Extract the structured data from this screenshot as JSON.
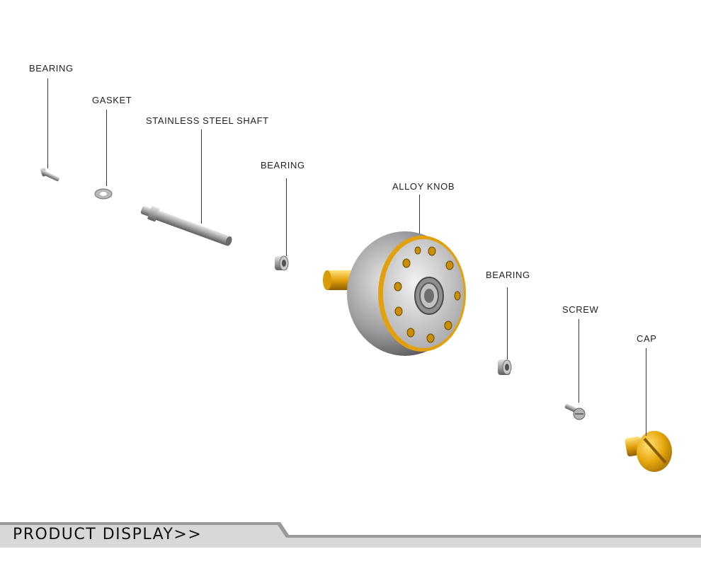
{
  "labels": {
    "bearing_1": "BEARING",
    "gasket": "GASKET",
    "shaft": "STAINLESS STEEL SHAFT",
    "bearing_2": "BEARING",
    "alloy_knob": "ALLOY KNOB",
    "bearing_3": "BEARING",
    "screw": "SCREW",
    "cap": "CAP"
  },
  "banner": {
    "title": "PRODUCT  DISPLAY>>"
  },
  "colors": {
    "gold": "#e2a10c",
    "steel": "#9a9a9c",
    "banner_dark": "#9a9a9a",
    "banner_light": "#d6d6d6"
  }
}
